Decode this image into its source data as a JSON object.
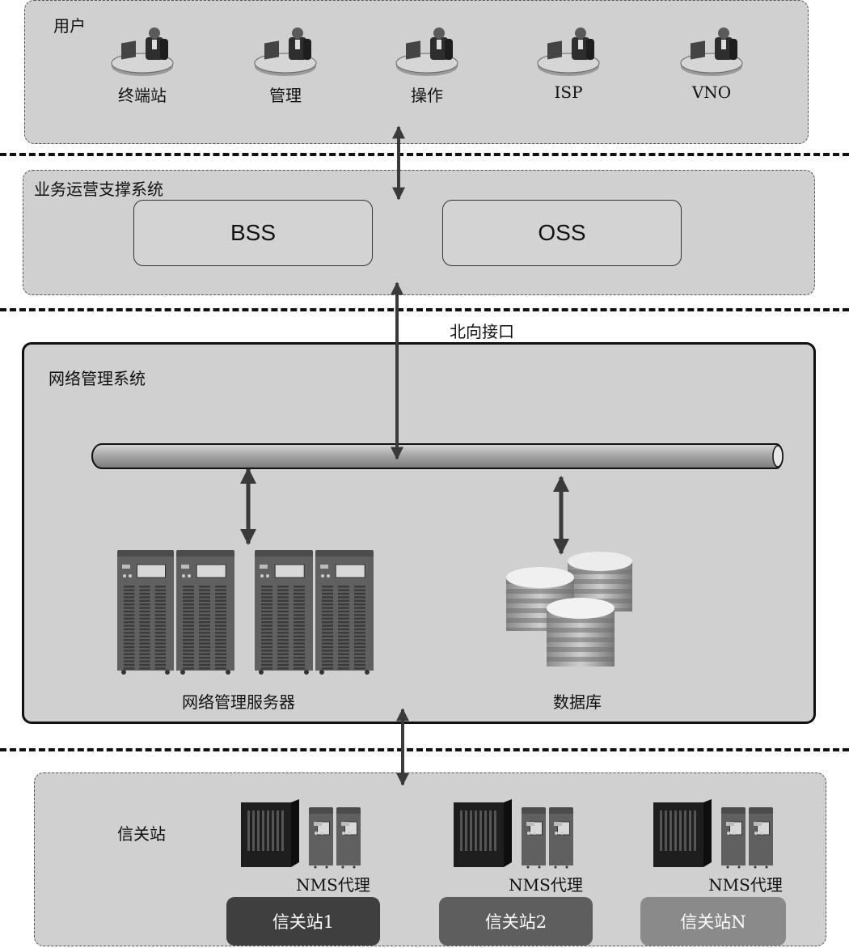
{
  "users": {
    "title": "用户",
    "items": [
      {
        "label": "终端站",
        "icon": "workstation-user-icon"
      },
      {
        "label": "管理",
        "icon": "workstation-user-icon"
      },
      {
        "label": "操作",
        "icon": "workstation-user-icon"
      },
      {
        "label": "ISP",
        "icon": "workstation-user-icon"
      },
      {
        "label": "VNO",
        "icon": "laptop-user-icon"
      }
    ]
  },
  "bss_oss": {
    "title": "业务运营支撑系统",
    "bss": "BSS",
    "oss": "OSS"
  },
  "northbound_label": "北向接口",
  "nms": {
    "title": "网络管理系统",
    "servers_label": "网络管理服务器",
    "database_label": "数据库"
  },
  "gateways": {
    "title": "信关站",
    "agent_label": "NMS代理",
    "stations": [
      {
        "label": "信关站1",
        "color": "#3f3f3f"
      },
      {
        "label": "信关站2",
        "color": "#5e5e5e"
      },
      {
        "label": "信关站N",
        "color": "#8a8a8a"
      }
    ]
  }
}
